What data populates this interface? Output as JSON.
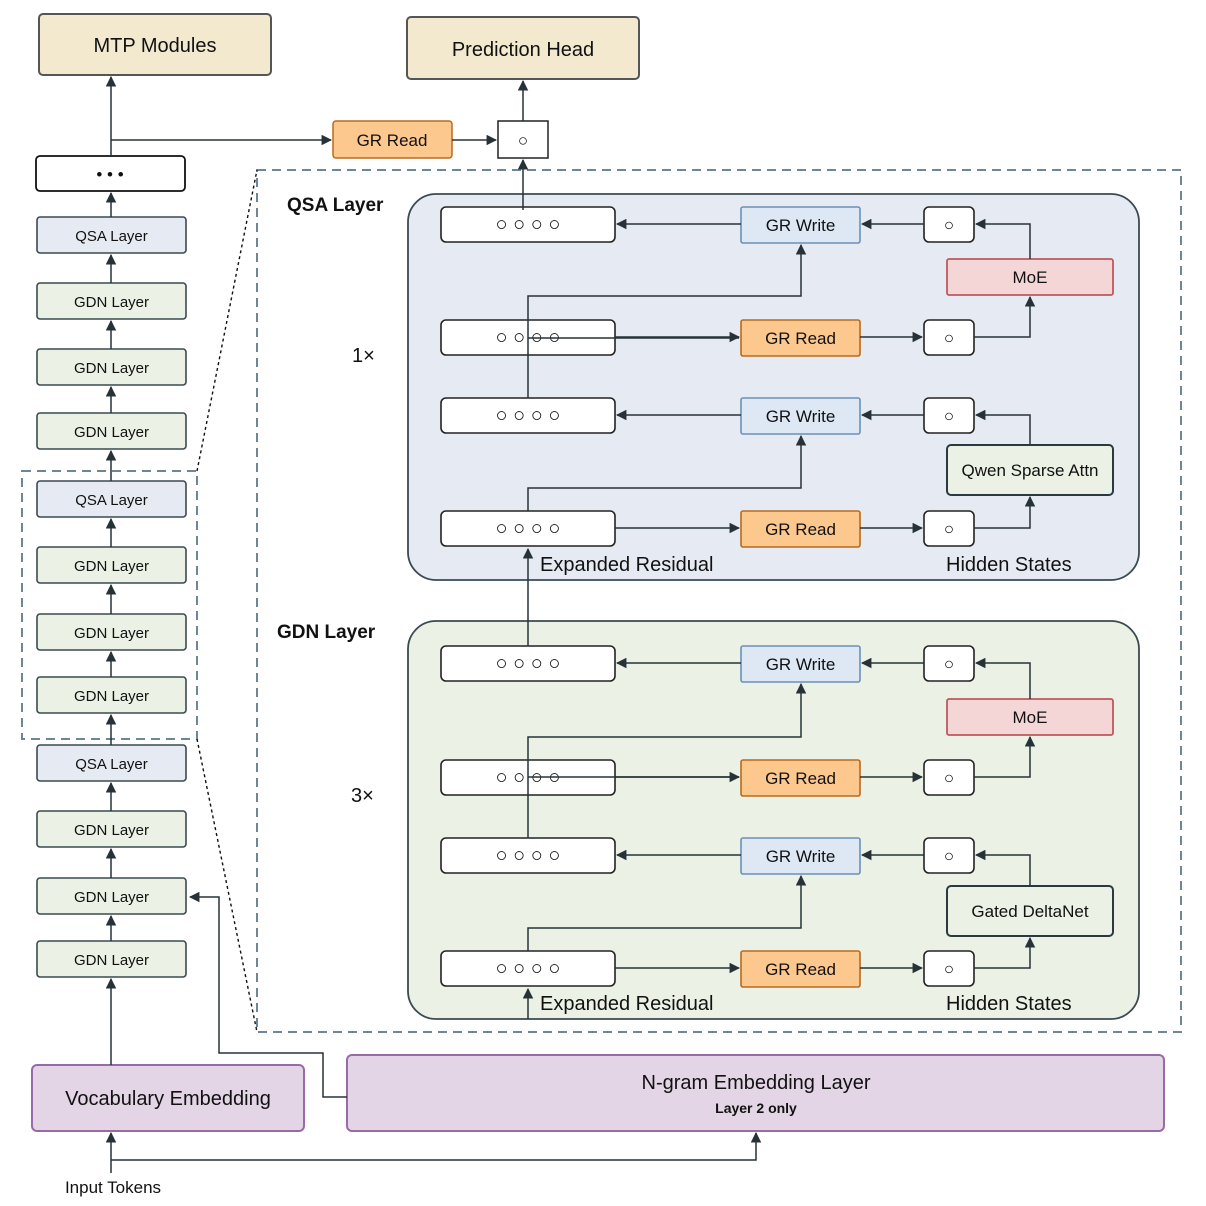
{
  "colors": {
    "head_fill": "#f3e9cf",
    "head_stroke": "#555555",
    "gdn_fill": "#ebf1e4",
    "gdn_stroke": "#3b4a52",
    "qsa_fill": "#e6ebf3",
    "qsa_stroke": "#3b4a52",
    "embed_fill": "#e3d4e6",
    "embed_stroke": "#9a6aa8",
    "read_fill": "#fcc88e",
    "read_stroke": "#b86a1c",
    "write_fill": "#dde8f4",
    "write_stroke": "#6a90b9",
    "moe_fill": "#f4d6d7",
    "moe_stroke": "#c0575d",
    "attn_fill": "#ebf1e4",
    "attn_stroke": "#2b3a42",
    "line": "#263238",
    "dashed_border": "#6e8796"
  },
  "top": {
    "mtp_modules": "MTP Modules",
    "prediction_head": "Prediction Head",
    "gr_read": "GR Read",
    "merge_circle": "○",
    "ellipsis": "• • •"
  },
  "stack": {
    "layers": [
      "QSA Layer",
      "GDN Layer",
      "GDN Layer",
      "GDN Layer",
      "QSA Layer",
      "GDN Layer",
      "GDN Layer",
      "GDN Layer",
      "QSA Layer",
      "GDN Layer",
      "GDN Layer",
      "GDN Layer"
    ]
  },
  "embeddings": {
    "vocabulary": "Vocabulary Embedding",
    "ngram_title": "N-gram Embedding Layer",
    "ngram_subtitle": "Layer 2 only",
    "input_tokens": "Input Tokens"
  },
  "qsa_block": {
    "header": "QSA Layer",
    "repeat": "1×",
    "residual_circles": "○ ○ ○ ○",
    "hidden_circle": "○",
    "gr_write": "GR Write",
    "gr_read": "GR Read",
    "moe": "MoE",
    "mixer": "Qwen Sparse Attn",
    "residual_label": "Expanded Residual",
    "hidden_label": "Hidden States"
  },
  "gdn_block": {
    "header": "GDN Layer",
    "repeat": "3×",
    "residual_circles": "○ ○ ○ ○",
    "hidden_circle": "○",
    "gr_write": "GR Write",
    "gr_read": "GR Read",
    "moe": "MoE",
    "mixer": "Gated DeltaNet",
    "residual_label": "Expanded Residual",
    "hidden_label": "Hidden States"
  }
}
